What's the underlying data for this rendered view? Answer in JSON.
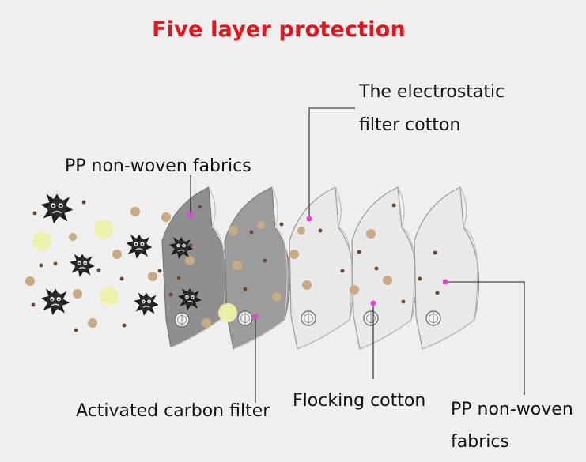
{
  "title": "Five layer protection",
  "labels": {
    "layer1": "PP non-woven fabrics",
    "layer2": "Activated carbon filter",
    "layer3_line1": "The electrostatic",
    "layer3_line2": "filter cotton",
    "layer4": "Flocking cotton",
    "layer5_line1": "PP non-woven",
    "layer5_line2": "fabrics"
  },
  "colors": {
    "title": "#e8141b",
    "marker": "#e83fd8",
    "layer_dark": "#8f8f8f",
    "layer_light": "#e9e9e9",
    "particle": "#c8aa84",
    "pollen": "#eef2a8"
  }
}
